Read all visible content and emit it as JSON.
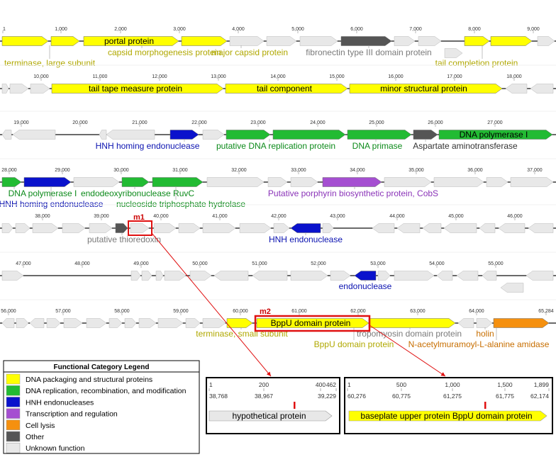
{
  "colors": {
    "packaging": "#ffff00",
    "replication": "#22bb33",
    "hnh": "#0a12cc",
    "transcription": "#a54fd1",
    "lysis": "#f5900f",
    "other": "#555555",
    "unknown": "#e8e8e8",
    "highlight": "#e01010"
  },
  "rows": [
    {
      "ticks": [
        "1",
        "1,000",
        "2,000",
        "3,000",
        "4,000",
        "5,000",
        "6,000",
        "7,000",
        "8,000",
        "9,000"
      ],
      "gene_labels": {
        "portal": "portal protein",
        "capsid_morph": "capsid morphogenesis protein",
        "major_capsid": "major capsid protein",
        "fibronectin": "fibronectin type III domain protein",
        "terminase_large": "terminase, large subunit",
        "tail_completion": "tail completion protein"
      }
    },
    {
      "ticks": [
        "10,000",
        "11,000",
        "12,000",
        "13,000",
        "14,000",
        "15,000",
        "16,000",
        "17,000",
        "18,000"
      ],
      "gene_labels": {
        "tail_tape": "tail tape measure protein",
        "tail_component": "tail component",
        "minor_structural": "minor structural protein"
      }
    },
    {
      "ticks": [
        "19,000",
        "20,000",
        "21,000",
        "22,000",
        "23,000",
        "24,000",
        "25,000",
        "26,000",
        "27,000"
      ],
      "gene_labels": {
        "dna_pol": "DNA polymerase I",
        "hnh_homing": "HNH homing endonuclease",
        "putative_rep": "putative DNA replication protein",
        "primase": "DNA primase",
        "aspartate": "Aspartate aminotransferase"
      }
    },
    {
      "ticks": [
        "28,000",
        "29,000",
        "30,000",
        "31,000",
        "32,000",
        "33,000",
        "34,000",
        "35,000",
        "36,000",
        "37,000"
      ],
      "gene_labels": {
        "dna_pol": "DNA polymerase I",
        "ruvc": "endodeoxyribonuclease RuvC",
        "porphyrin": "Putative porphyrin biosynthetic protein, CobS",
        "hnh_homing": "HNH homing endonuclease",
        "ntp_hydrolase": "nucleoside triphosphate hydrolase"
      }
    },
    {
      "ticks": [
        "38,000",
        "39,000",
        "40,000",
        "41,000",
        "42,000",
        "43,000",
        "44,000",
        "45,000",
        "46,000"
      ],
      "gene_labels": {
        "thioredoxin": "putative thioredoxin",
        "hnh_endo": "HNH endonuclease"
      }
    },
    {
      "ticks": [
        "47,000",
        "48,000",
        "49,000",
        "50,000",
        "51,000",
        "52,000",
        "53,000",
        "54,000",
        "55,000"
      ],
      "gene_labels": {
        "endonuclease": "endonuclease"
      }
    },
    {
      "ticks": [
        "56,000",
        "57,000",
        "58,000",
        "59,000",
        "60,000",
        "61,000",
        "62,000",
        "63,000",
        "64,000",
        "65,284"
      ],
      "gene_labels": {
        "bppu": "BppU domain protein",
        "terminase_small": "terminase, small subunit",
        "tropomyosin": "tropomyosin domain protein",
        "holin": "holin",
        "bppu2": "BppU domain protein",
        "amidase": "N-acetylmuramoyl-L-alanine amidase"
      }
    }
  ],
  "markers": {
    "m1": "m1",
    "m2": "m2"
  },
  "legend": {
    "title": "Functional Category Legend",
    "items": [
      "DNA packaging and structural proteins",
      "DNA replication, recombination, and modification",
      "HNH endonucleases",
      "Transcription and regulation",
      "Cell lysis",
      "Other",
      "Unknown function"
    ]
  },
  "zoom1": {
    "top_ticks": [
      "1",
      "200",
      "400",
      "462"
    ],
    "bottom_ticks": [
      "38,768",
      "38,967",
      "39,229"
    ],
    "gene": "hypothetical protein"
  },
  "zoom2": {
    "top_ticks": [
      "1",
      "500",
      "1,000",
      "1,500",
      "1,899"
    ],
    "bottom_ticks": [
      "60,276",
      "60,775",
      "61,275",
      "61,775",
      "62,174"
    ],
    "gene": "baseplate upper protein BppU domain protein"
  }
}
